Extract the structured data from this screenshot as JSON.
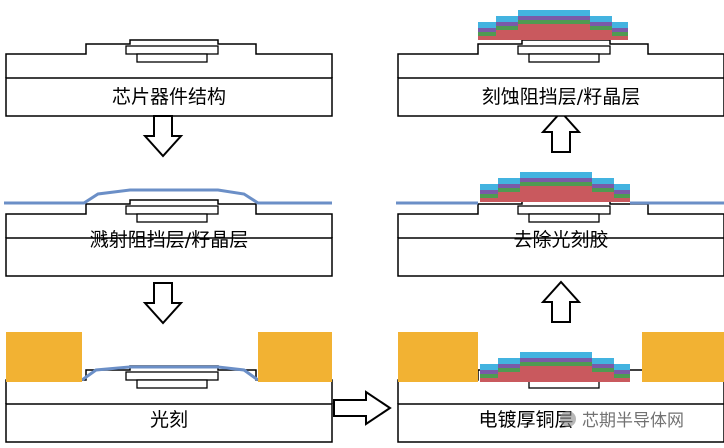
{
  "steps": {
    "chip": "芯片器件结构",
    "sputter": "溅射阻挡层/籽晶层",
    "litho": "光刻",
    "plate": "电镀厚铜层",
    "strip": "去除光刻胶",
    "etch": "刻蚀阻挡层/籽晶层"
  },
  "watermark": "芯期半导体网",
  "colors": {
    "outline": "#000000",
    "barrier": "#6b8fc7",
    "resist": "#f2b233",
    "cu_red": "#c9595e",
    "cu_green": "#4f9a52",
    "cu_purple": "#7a5aa8",
    "cu_blue": "#43b3e0"
  }
}
